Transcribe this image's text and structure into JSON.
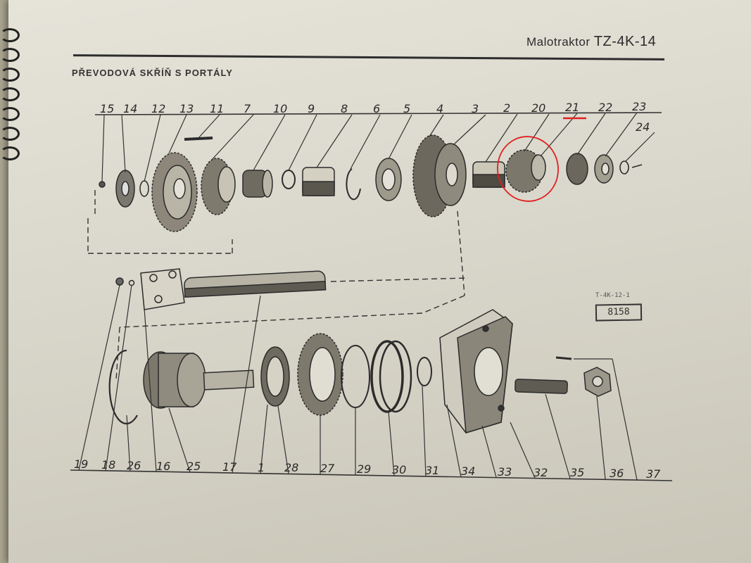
{
  "header": {
    "title_small": "Malotraktor",
    "title_model": "TZ-4K-14"
  },
  "section_title": "PŘEVODOVÁ SKŘÍŇ S PORTÁLY",
  "catalog": {
    "sub": "T-4K-12-1",
    "code": "8158"
  },
  "top_labels": [
    "15",
    "14",
    "12",
    "13",
    "11",
    "7",
    "10",
    "9",
    "8",
    "6",
    "5",
    "4",
    "3",
    "2",
    "20",
    "21",
    "22",
    "23",
    "24"
  ],
  "bottom_labels": [
    "19",
    "18",
    "26",
    "16",
    "25",
    "17",
    "1",
    "28",
    "27",
    "29",
    "30",
    "31",
    "34",
    "33",
    "32",
    "35",
    "36",
    "37"
  ],
  "highlight": {
    "part": "21",
    "color": "#e02020"
  }
}
